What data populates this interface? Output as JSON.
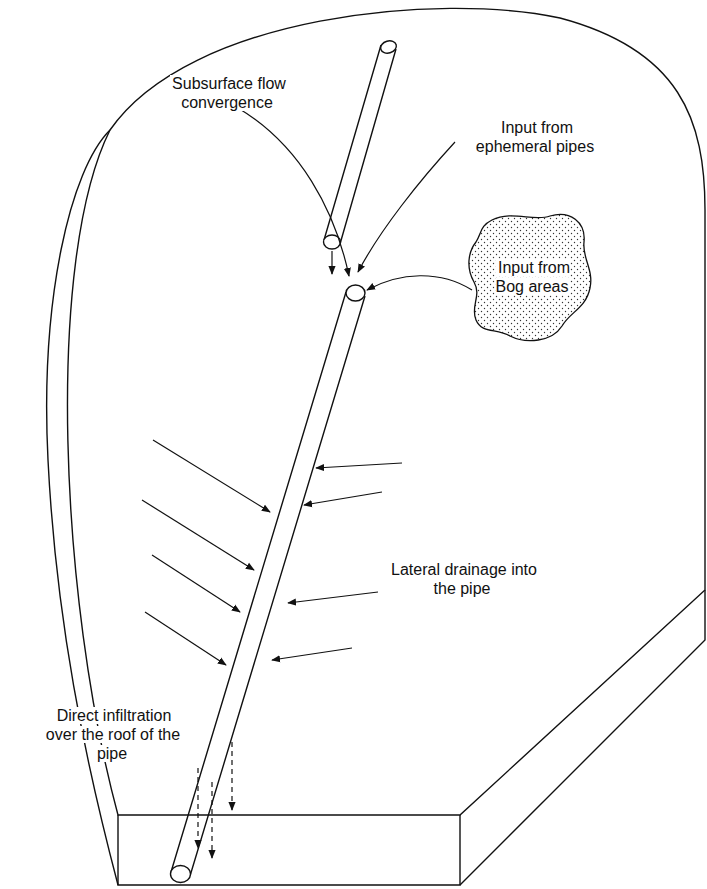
{
  "diagram": {
    "nodes": [
      {
        "text": [
          "Input from Bog areas"
        ]
      }
    ],
    "labels": [
      "Input from ephemeral pipes",
      "Subsurface flow convergence",
      "Lateral drainage into the pipe",
      "Direct infiltration over the roof of the pipe"
    ]
  }
}
